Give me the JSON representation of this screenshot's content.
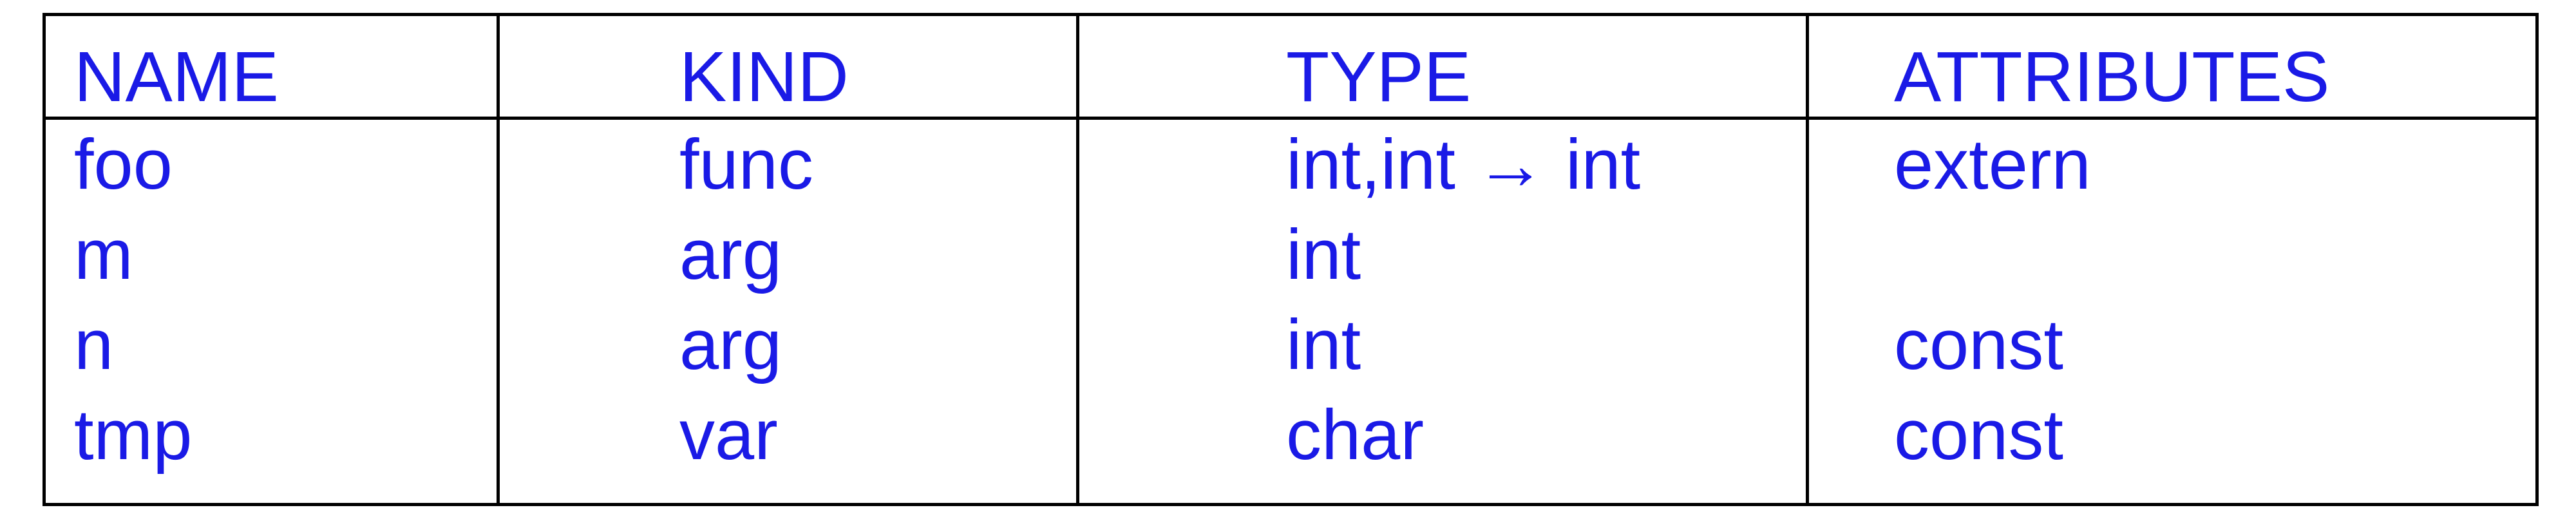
{
  "table": {
    "headers": [
      "NAME",
      "KIND",
      "TYPE",
      "ATTRIBUTES"
    ],
    "rows": [
      [
        "foo",
        "func",
        "int,int → int",
        "extern"
      ],
      [
        "m",
        "arg",
        "int",
        ""
      ],
      [
        "n",
        "arg",
        "int",
        "const"
      ],
      [
        "tmp",
        "var",
        "char",
        "const"
      ]
    ]
  },
  "colors": {
    "text": "#1a1ae6",
    "border": "#000000",
    "background": "#ffffff"
  }
}
